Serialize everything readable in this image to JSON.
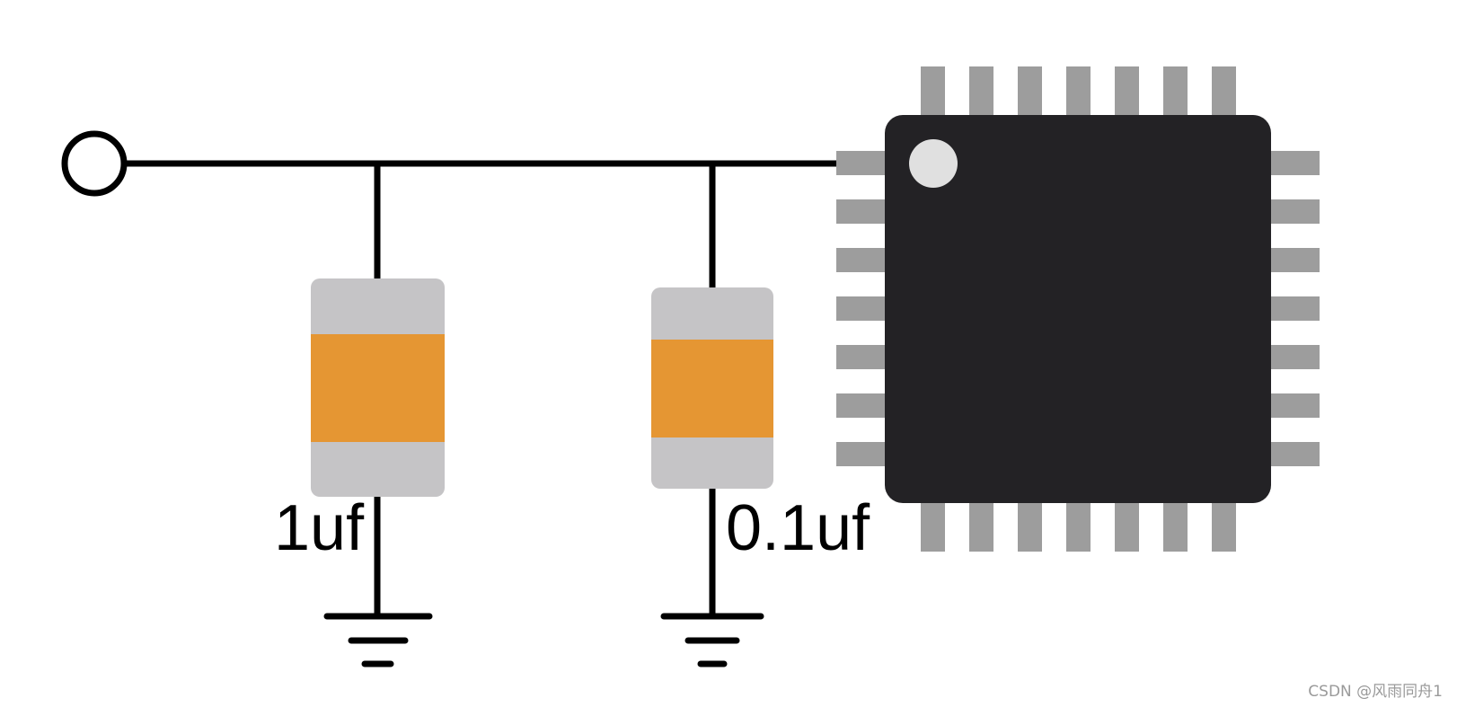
{
  "diagram": {
    "capacitors": [
      {
        "label": "1uf"
      },
      {
        "label": "0.1uf"
      }
    ],
    "watermark": "CSDN @风雨同舟1"
  },
  "colors": {
    "wire": "#000000",
    "capacitor_end": "#c5c4c6",
    "capacitor_body": "#e59633",
    "chip_body": "#232225",
    "chip_pin": "#9d9d9d",
    "chip_dot": "#e0e0e0"
  }
}
